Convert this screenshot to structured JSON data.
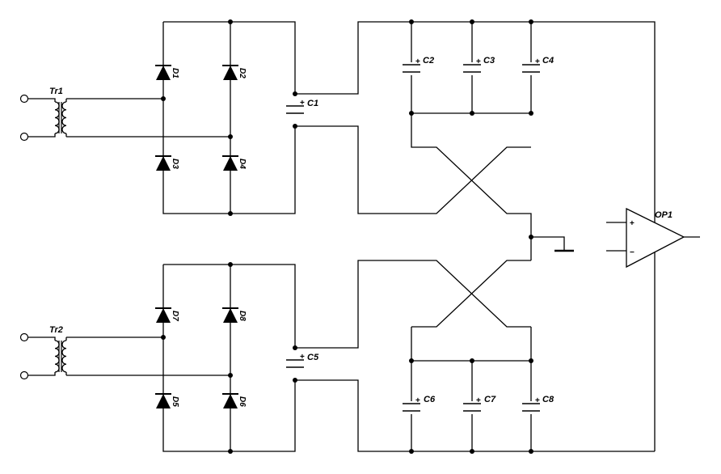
{
  "diagram": {
    "transformers": [
      {
        "id": "tr1",
        "label": "Tr1"
      },
      {
        "id": "tr2",
        "label": "Tr2"
      }
    ],
    "diodes": [
      {
        "id": "d1",
        "label": "D1"
      },
      {
        "id": "d2",
        "label": "D2"
      },
      {
        "id": "d3",
        "label": "D3"
      },
      {
        "id": "d4",
        "label": "D4"
      },
      {
        "id": "d7",
        "label": "D7"
      },
      {
        "id": "d8",
        "label": "D8"
      },
      {
        "id": "d5",
        "label": "D5"
      },
      {
        "id": "d6",
        "label": "D6"
      }
    ],
    "capacitors": [
      {
        "id": "c1",
        "label": "C1"
      },
      {
        "id": "c2",
        "label": "C2"
      },
      {
        "id": "c3",
        "label": "C3"
      },
      {
        "id": "c4",
        "label": "C4"
      },
      {
        "id": "c5",
        "label": "C5"
      },
      {
        "id": "c6",
        "label": "C6"
      },
      {
        "id": "c7",
        "label": "C7"
      },
      {
        "id": "c8",
        "label": "C8"
      }
    ],
    "opamp": {
      "label": "OP1",
      "plus": "+",
      "minus": "−"
    },
    "polarity_mark": "+"
  }
}
